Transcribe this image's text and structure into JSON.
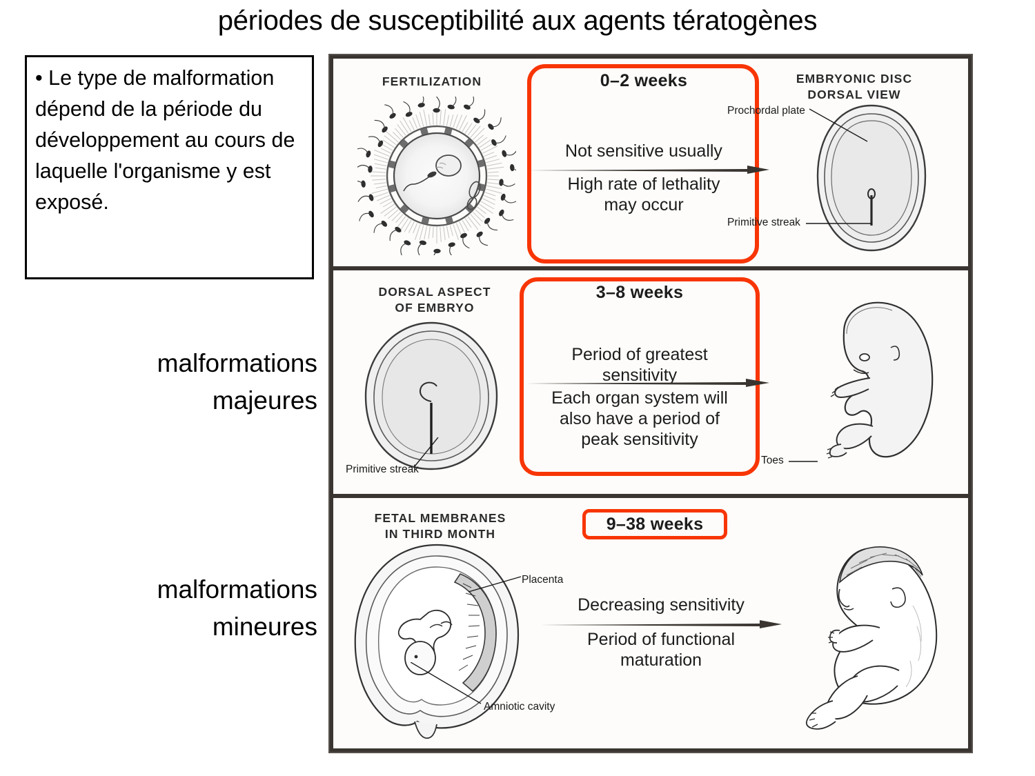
{
  "slide": {
    "title": "périodes de susceptibilité aux agents tératogènes"
  },
  "bullet_box": {
    "text": "• Le type de malformation dépend de la période du développement au cours de laquelle l'organisme y est exposé."
  },
  "left_captions": {
    "major": "malformations majeures",
    "minor": "malformations mineures"
  },
  "colors": {
    "highlight_red": "#f83505",
    "frame_border": "#3a3530",
    "text": "#000000"
  },
  "figure": {
    "panels": [
      {
        "id": "panel-1",
        "left_heading": "FERTILIZATION",
        "right_heading": "EMBRYONIC DISC\nDORSAL VIEW",
        "weeks": "0–2 weeks",
        "arrow_top": "Not sensitive usually",
        "arrow_bottom": "High rate of lethality\nmay occur",
        "highlighted": true,
        "labels": [
          "Prochordal plate",
          "Primitive streak"
        ]
      },
      {
        "id": "panel-2",
        "left_heading": "DORSAL ASPECT\nOF EMBRYO",
        "right_heading": "",
        "weeks": "3–8 weeks",
        "arrow_top": "Period of greatest\nsensitivity",
        "arrow_bottom": "Each organ system will\nalso have a period of\npeak sensitivity",
        "highlighted": true,
        "labels": [
          "Primitive streak",
          "Toes"
        ]
      },
      {
        "id": "panel-3",
        "left_heading": "FETAL  MEMBRANES\nIN THIRD MONTH",
        "right_heading": "",
        "weeks": "9–38 weeks",
        "arrow_top": "Decreasing sensitivity",
        "arrow_bottom": "Period of functional\nmaturation",
        "highlighted": true,
        "labels": [
          "Placenta",
          "Amniotic cavity"
        ]
      }
    ]
  }
}
